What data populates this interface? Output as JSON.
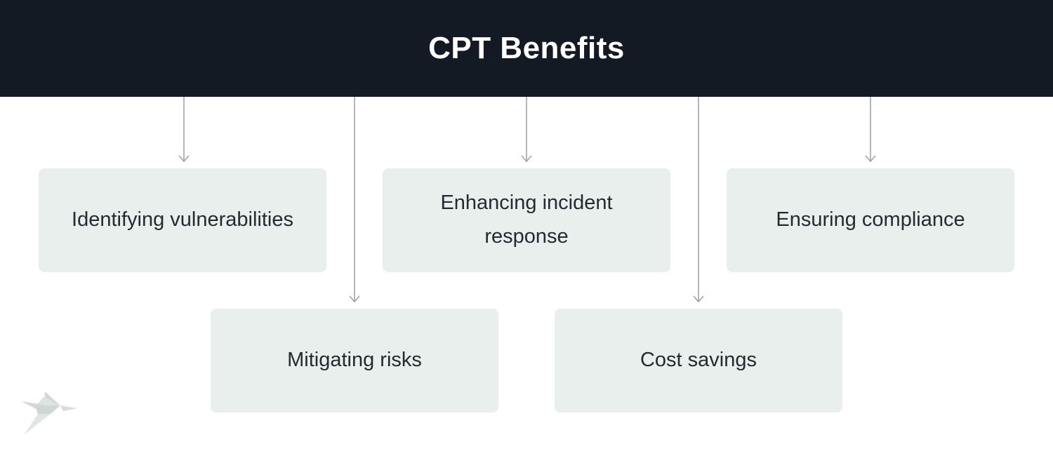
{
  "header": {
    "title": "CPT Benefits"
  },
  "boxes": [
    {
      "label": "Identifying vulnerabilities"
    },
    {
      "label": "Enhancing incident response"
    },
    {
      "label": "Ensuring compliance"
    },
    {
      "label": "Mitigating risks"
    },
    {
      "label": "Cost savings"
    }
  ],
  "icons": {
    "arrow": "down-arrow",
    "logo": "origami-bird"
  },
  "colors": {
    "header_bg": "#131a23",
    "title_text": "#ffffff",
    "box_bg": "#e8efed",
    "box_text": "#252a31",
    "arrow": "#9aa1a6",
    "logo": "#d7dddc"
  }
}
